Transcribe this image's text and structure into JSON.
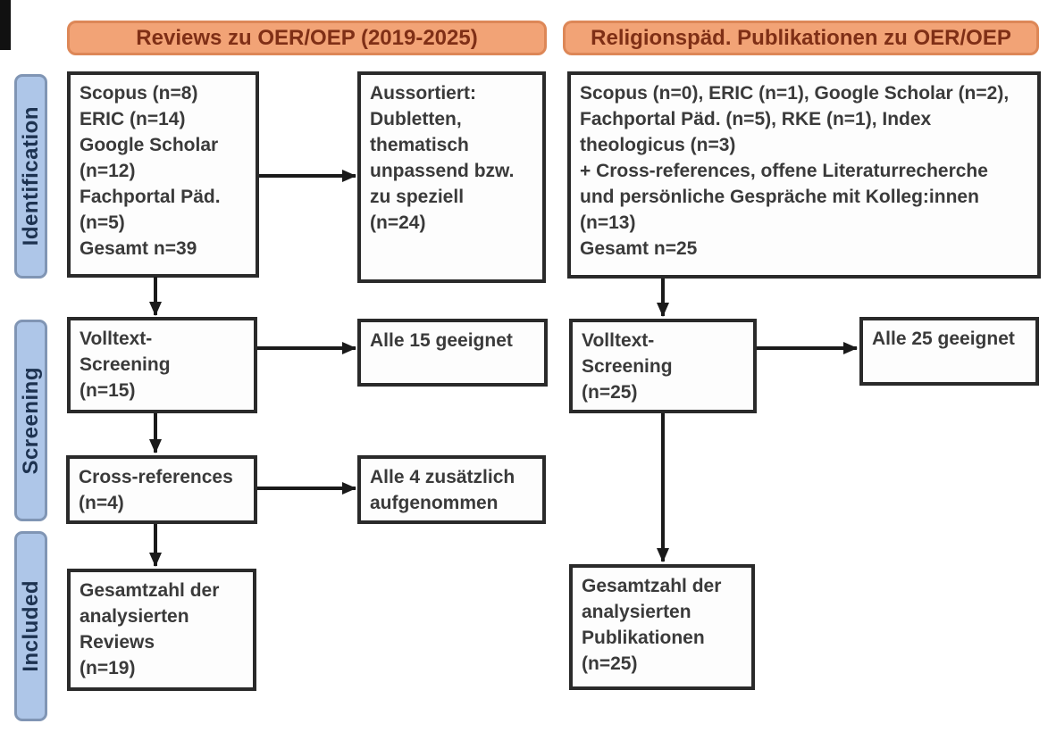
{
  "colors": {
    "orange-fill": "#f2a376",
    "orange-border": "#dd8757",
    "orange-text": "#7f2f16",
    "blue-fill": "#aec6e8",
    "blue-border": "#8095b4",
    "blue-text": "#1d3250",
    "box-border": "#2a2a2a",
    "box-text": "#3a3a3a",
    "arrow": "#1a1a1a"
  },
  "column_headers": {
    "left": "Reviews zu OER/OEP (2019-2025)",
    "right": "Religionspäd. Publikationen zu OER/OEP"
  },
  "stages": {
    "identification": "Identification",
    "screening": "Screening",
    "included": "Included"
  },
  "left_column": {
    "sources": "Scopus (n=8)\nERIC (n=14)\nGoogle Scholar\n(n=12)\nFachportal Päd.\n(n=5)\nGesamt n=39",
    "excluded": "Aussortiert:\nDubletten,\nthematisch\nunpassend bzw.\nzu speziell\n(n=24)",
    "fulltext_screening": "Volltext-\nScreening\n(n=15)",
    "fulltext_result": "Alle 15 geeignet",
    "crossrefs": "Cross-references\n(n=4)",
    "crossrefs_result": "Alle 4 zusätzlich\naufgenommen",
    "included_total": "Gesamtzahl der\nanalysierten\nReviews\n(n=19)"
  },
  "right_column": {
    "sources": "Scopus (n=0), ERIC (n=1), Google Scholar (n=2),\nFachportal Päd. (n=5), RKE (n=1), Index\ntheologicus (n=3)\n+ Cross-references, offene Literaturrecherche\nund persönliche Gespräche mit Kolleg:innen\n(n=13)\nGesamt n=25",
    "fulltext_screening": "Volltext-\nScreening\n(n=25)",
    "fulltext_result": "Alle 25 geeignet",
    "included_total": "Gesamtzahl der\nanalysierten\nPublikationen\n(n=25)"
  }
}
